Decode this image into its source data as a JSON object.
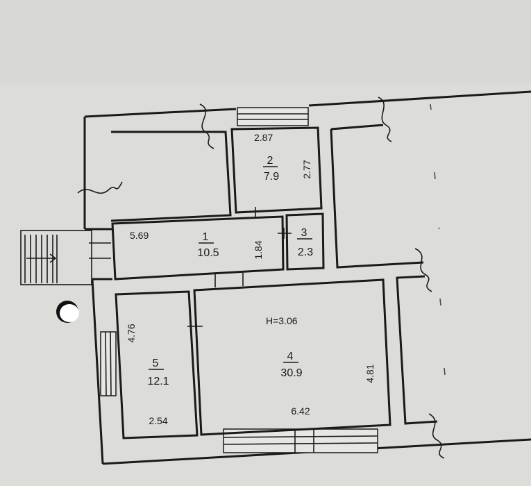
{
  "plan": {
    "height_label": "H=3.06",
    "rooms": [
      {
        "number": "1",
        "area": "10.5",
        "width": "5.69",
        "depth": "1.84"
      },
      {
        "number": "2",
        "area": "7.9",
        "width": "2.87",
        "depth": "2.77"
      },
      {
        "number": "3",
        "area": "2.3"
      },
      {
        "number": "4",
        "area": "30.9",
        "width": "6.42",
        "depth": "4.81"
      },
      {
        "number": "5",
        "area": "12.1",
        "width": "2.54",
        "depth": "4.76"
      }
    ]
  }
}
